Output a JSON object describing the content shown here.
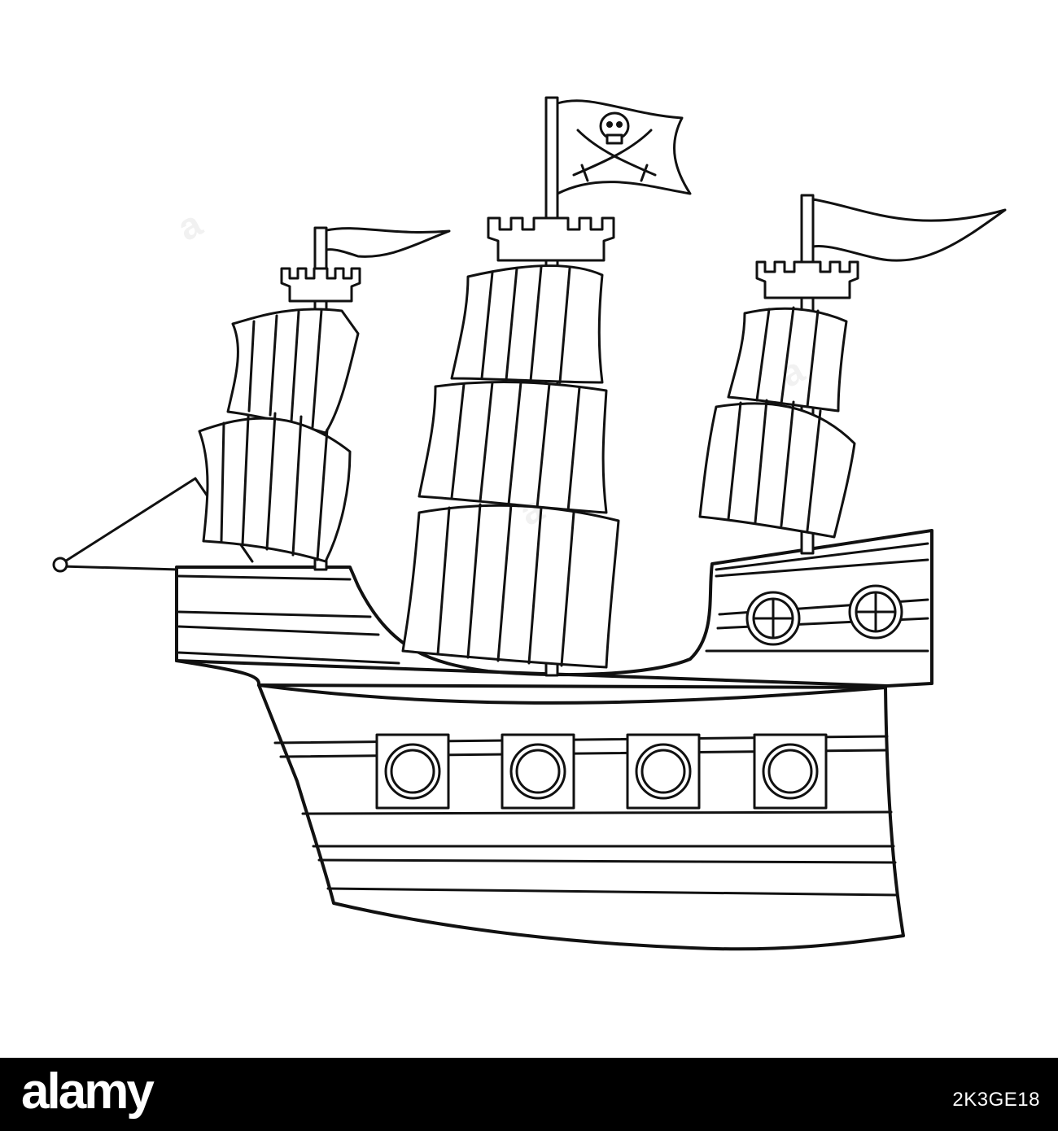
{
  "colors": {
    "background": "#ffffff",
    "line": "#111111",
    "footer_background": "#000000",
    "footer_text": "#ffffff"
  },
  "illustration": {
    "subject": "pirate-ship-coloring-outline",
    "icons": [
      "jolly-roger-flag-icon",
      "skull-icon",
      "crossed-swords-icon",
      "pennant-icon",
      "porthole-icon"
    ]
  },
  "footer": {
    "logo_text": "alamy",
    "image_id": "2K3GE18"
  },
  "watermark": {
    "text": "a"
  }
}
